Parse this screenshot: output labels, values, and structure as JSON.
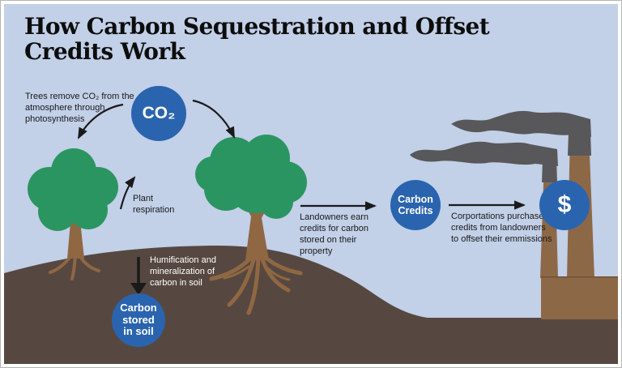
{
  "title": "How Carbon Sequestration and Offset Credits Work",
  "labels": {
    "photosynthesis": "Trees remove CO₂ from the atmosphere through photosynthesis",
    "plant_respiration": "Plant respiration",
    "humification": "Humification and mineralization of carbon in soil",
    "landowners": "Landowners earn credits for carbon stored on their property",
    "corporations": "Corportations purchase credits from landowners to offset their emmissions"
  },
  "nodes": {
    "co2": "CO₂",
    "carbon_credits": "Carbon Credits",
    "carbon_stored_in_soil": "Carbon stored in soil",
    "money": "$"
  },
  "colors": {
    "sky": "#c2d0e8",
    "soil": "#564840",
    "tree_green": "#2a9561",
    "wood_brown": "#8f6743",
    "factory_brown": "#8d6846",
    "smoke_gray": "#58585a",
    "node_blue": "#2a64ae",
    "text_black": "#1a1a1a",
    "text_white": "#ffffff"
  }
}
